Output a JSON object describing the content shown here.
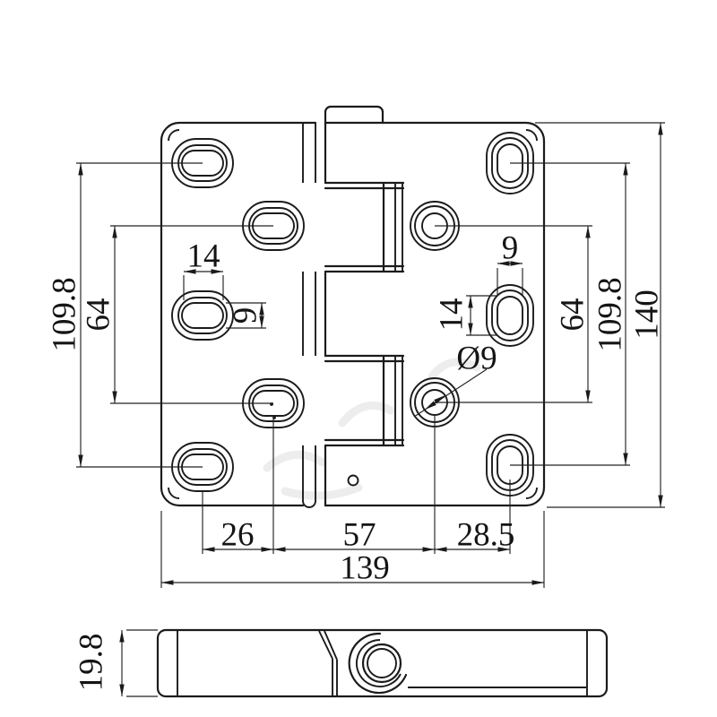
{
  "colors": {
    "background": "#ffffff",
    "line": "#1b1b1b",
    "dimension_text": "#141414"
  },
  "front_view": {
    "dims": {
      "left_span_outer": "109.8",
      "left_span_inner": "64",
      "left_slot_width": "14",
      "left_slot_height": "9",
      "right_slot_width": "9",
      "right_slot_height": "14",
      "hole_diameter": "Ø9",
      "right_span_inner": "64",
      "right_span_outer": "109.8",
      "overall_height": "140",
      "bottom_left_offset": "26",
      "bottom_center_span": "57",
      "bottom_right_offset": "28.5",
      "overall_width": "139"
    }
  },
  "side_view": {
    "dims": {
      "thickness": "19.8"
    }
  }
}
